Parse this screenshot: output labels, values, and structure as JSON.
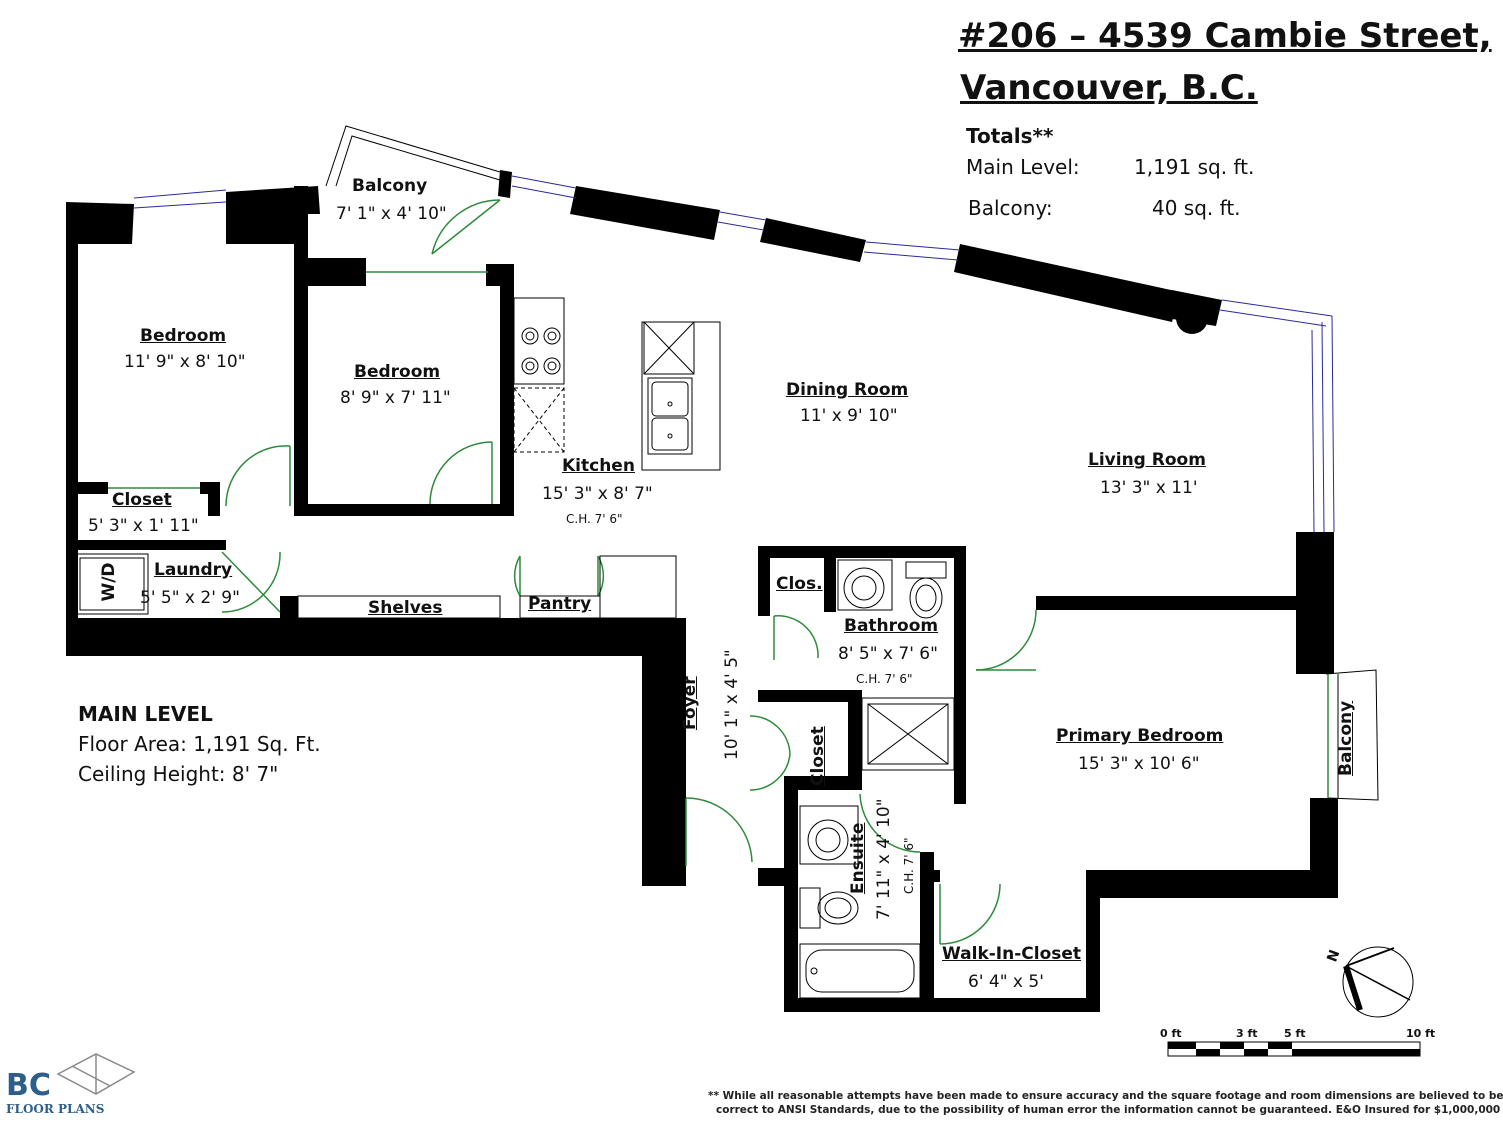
{
  "header": {
    "title_line1": "#206 – 4539 Cambie Street,",
    "title_line2": "Vancouver, B.C.",
    "totals_label": "Totals**",
    "main_level_label": "Main Level:",
    "main_level_value": "1,191 sq. ft.",
    "balcony_label": "Balcony:",
    "balcony_value": "40 sq. ft."
  },
  "rooms": {
    "balcony_top": {
      "name": "Balcony",
      "dims": "7' 1\" x 4' 10\""
    },
    "bedroom1": {
      "name": "Bedroom",
      "dims": "11' 9\" x 8' 10\""
    },
    "bedroom2": {
      "name": "Bedroom",
      "dims": "8' 9\" x 7' 11\""
    },
    "closet1": {
      "name": "Closet",
      "dims": "5' 3\" x 1' 11\""
    },
    "laundry": {
      "name": "Laundry",
      "dims": "5' 5\" x 2' 9\"",
      "appliance": "W/D"
    },
    "shelves": {
      "name": "Shelves"
    },
    "pantry": {
      "name": "Pantry"
    },
    "kitchen": {
      "name": "Kitchen",
      "dims": "15' 3\" x 8' 7\"",
      "ceiling": "C.H. 7' 6\""
    },
    "dining": {
      "name": "Dining Room",
      "dims": "11' x 9' 10\""
    },
    "living": {
      "name": "Living Room",
      "dims": "13' 3\" x 11'"
    },
    "clos": {
      "name": "Clos."
    },
    "bathroom": {
      "name": "Bathroom",
      "dims": "8' 5\" x 7' 6\"",
      "ceiling": "C.H. 7' 6\""
    },
    "foyer": {
      "name": "Foyer",
      "dims": "10' 1\" x 4' 5\""
    },
    "closet2": {
      "name": "Closet"
    },
    "ensuite": {
      "name": "Ensuite",
      "dims": "7' 11\" x 4' 10\"",
      "ceiling": "C.H. 7' 6\""
    },
    "primary": {
      "name": "Primary Bedroom",
      "dims": "15' 3\" x 10' 6\""
    },
    "balcony_side": {
      "name": "Balcony"
    },
    "walkin": {
      "name": "Walk-In-Closet",
      "dims": "6' 4\" x 5'"
    }
  },
  "main_level": {
    "heading": "MAIN LEVEL",
    "floor_area": "Floor Area: 1,191 Sq. Ft.",
    "ceiling_height": "Ceiling Height: 8' 7\""
  },
  "scale_bar": {
    "t0": "0 ft",
    "t3": "3 ft",
    "t5": "5 ft",
    "t10": "10 ft"
  },
  "compass": {
    "north": "N"
  },
  "logo": {
    "bc": "BC",
    "text": "FLOOR PLANS"
  },
  "footer": {
    "line1": "** While all reasonable attempts have been made to ensure accuracy and the square footage and room dimensions are believed to be",
    "line2": "correct to ANSI Standards, due to the possibility of human error the information cannot be guaranteed. E&O Insured for $1,000,000"
  },
  "colors": {
    "wall": "#000000",
    "door": "#2e8b3a",
    "window": "#2a2a9a"
  }
}
